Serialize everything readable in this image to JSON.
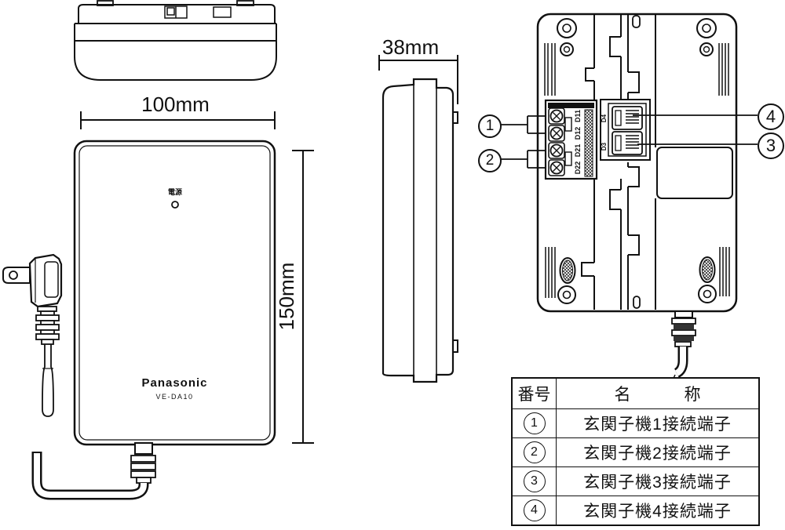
{
  "drawing": {
    "dim_width": "100mm",
    "dim_depth": "38mm",
    "dim_height": "150mm"
  },
  "front_view": {
    "power_label": "電源",
    "brand": "Panasonic",
    "model": "VE-DA10"
  },
  "back_view": {
    "terminal_labels": [
      "D11",
      "D12",
      "D21",
      "D22"
    ],
    "jack_labels": [
      "D4",
      "D3"
    ],
    "callout_1": "1",
    "callout_2": "2",
    "callout_3": "3",
    "callout_4": "4"
  },
  "table": {
    "header_number": "番号",
    "header_name": "名称",
    "rows": [
      {
        "num": "1",
        "name": "玄関子機1接続端子"
      },
      {
        "num": "2",
        "name": "玄関子機2接続端子"
      },
      {
        "num": "3",
        "name": "玄関子機3接続端子"
      },
      {
        "num": "4",
        "name": "玄関子機4接続端子"
      }
    ]
  }
}
